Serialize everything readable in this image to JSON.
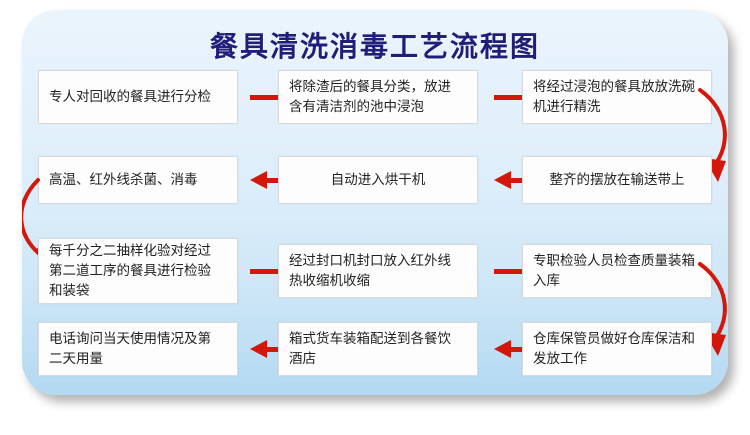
{
  "document": {
    "title": "餐具清洗消毒工艺流程图",
    "type": "process-flowchart",
    "accent_color": "#d3170a",
    "title_color": "#1f1f7a",
    "panel_color": "#ddeefa",
    "box_color": "#fdfdfd"
  },
  "flow": {
    "rows": [
      {
        "direction": "left-to-right",
        "steps": [
          {
            "index": "1",
            "text": "专人对回收的餐具进行分检"
          },
          {
            "index": "2",
            "text": "将除渣后的餐具分类，放进\n含有清洁剂的池中浸泡"
          },
          {
            "index": "3",
            "text": "将经过浸泡的餐具放放洗碗\n机进行精洗"
          }
        ]
      },
      {
        "direction": "right-to-left",
        "steps": [
          {
            "index": "6",
            "text": "高温、红外线杀菌、消毒"
          },
          {
            "index": "5",
            "text": "自动进入烘干机"
          },
          {
            "index": "4",
            "text": "整齐的摆放在输送带上"
          }
        ]
      },
      {
        "direction": "left-to-right",
        "steps": [
          {
            "index": "7",
            "text": "每千分之二抽样化验对经过\n第二道工序的餐具进行检验\n和装袋"
          },
          {
            "index": "8",
            "text": "经过封口机封口放入红外线\n热收缩机收缩"
          },
          {
            "index": "9",
            "text": "专职检验人员检查质量装箱\n入库"
          }
        ]
      },
      {
        "direction": "right-to-left",
        "steps": [
          {
            "index": "12",
            "text": "电话询问当天使用情况及第\n二天用量"
          },
          {
            "index": "11",
            "text": "箱式货车装箱配送到各餐饮\n酒店"
          },
          {
            "index": "10",
            "text": "仓库保管员做好仓库保洁和\n发放工作"
          }
        ]
      }
    ],
    "connectors": {
      "row1_to_row2": "curved-arrow-right-down",
      "row2_to_row3": "curved-arrow-left-down",
      "row3_to_row4": "curved-arrow-right-down"
    }
  }
}
